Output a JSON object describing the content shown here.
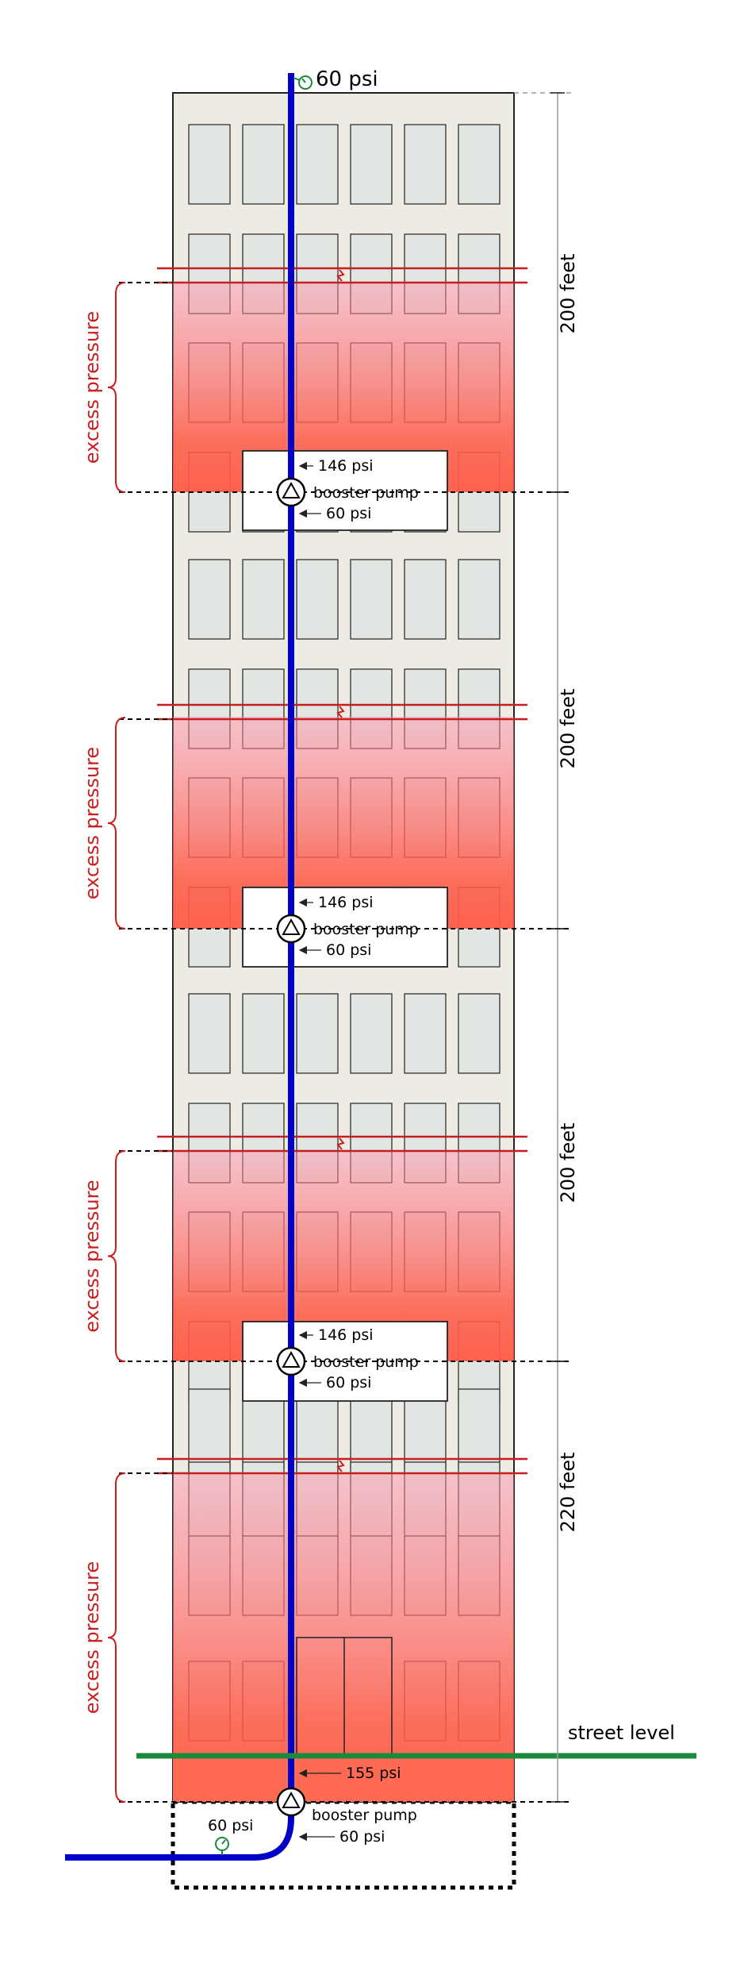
{
  "top_gauge": {
    "label": "60 psi"
  },
  "zones": [
    {
      "height_label": "200 feet",
      "excess_label": "excess pressure",
      "pump": {
        "out_label": "146 psi",
        "name": "booster pump",
        "in_label": "60 psi"
      }
    },
    {
      "height_label": "200 feet",
      "excess_label": "excess pressure",
      "pump": {
        "out_label": "146 psi",
        "name": "booster pump",
        "in_label": "60 psi"
      }
    },
    {
      "height_label": "200 feet",
      "excess_label": "excess pressure",
      "pump": {
        "out_label": "146 psi",
        "name": "booster pump",
        "in_label": "60 psi"
      }
    },
    {
      "height_label": "220 feet",
      "excess_label": "excess pressure",
      "pump": {
        "out_label": "155 psi",
        "name": "booster pump",
        "in_label": "60 psi"
      }
    }
  ],
  "street": {
    "label": "street level"
  },
  "supply_gauge": {
    "label": "60 psi"
  },
  "colors": {
    "pipe": "#0000c8",
    "excess": "#ff5a46",
    "building": "#edebe4",
    "window": "#e2e6e2",
    "street": "#1c8a3c",
    "bracket": "#c81e1e",
    "gauge": "#1c8a3c"
  }
}
